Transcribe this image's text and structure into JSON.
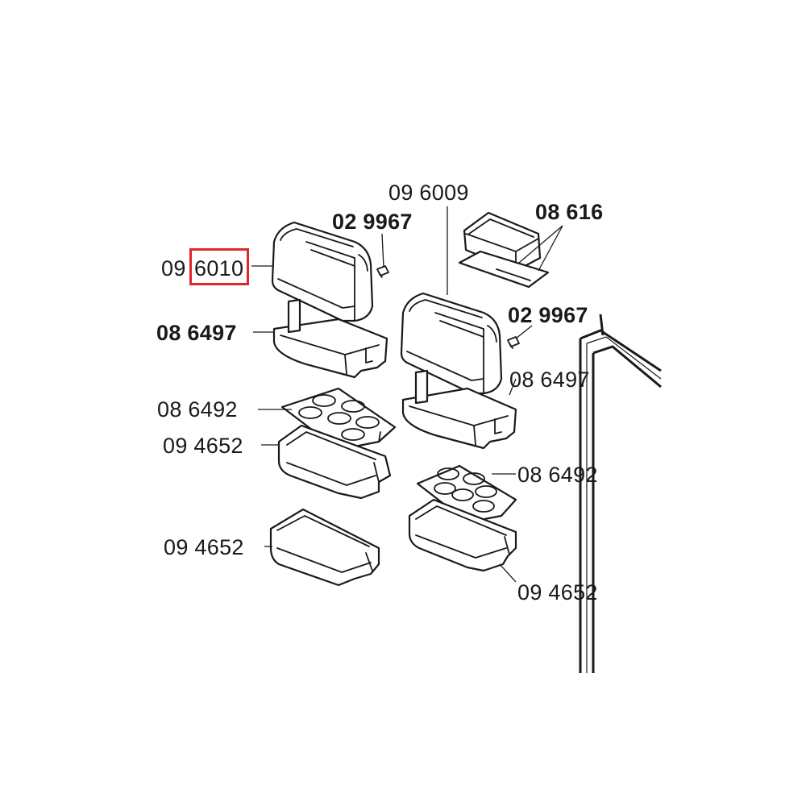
{
  "labels": {
    "top_left_shelf": "09 6010",
    "top_left_shelf_prefix": "09",
    "top_left_shelf_highlighted": "6010",
    "top_right_shelf": "09 6009",
    "clip_top": "02 9967",
    "clip_right": "02 9967",
    "cover_box": "08 616",
    "bracket_left": "08 6497",
    "bracket_right": "08 6497",
    "egg_tray_left": "08 6492",
    "egg_tray_right": "08 6492",
    "tray_left_upper": "09 4652",
    "tray_left_lower": "09 4652",
    "tray_right": "09 4652"
  },
  "highlight": {
    "target": "6010",
    "color": "#e0262b"
  }
}
